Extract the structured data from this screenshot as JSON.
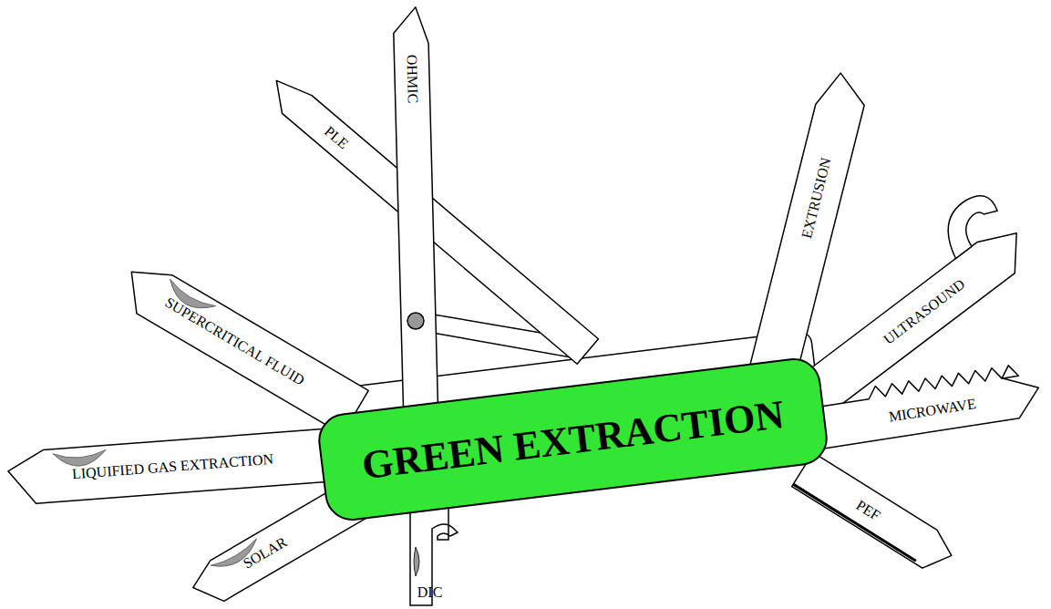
{
  "diagram": {
    "nodes": [
      {
        "text": [
          "PLE"
        ]
      },
      {
        "text": [
          "OHMIC"
        ]
      },
      {
        "text": [
          "EXTRUSION"
        ]
      },
      {
        "text": [
          "ULTRASOUND"
        ]
      },
      {
        "text": [
          "SUPERCRITICAL FLUID"
        ]
      },
      {
        "text": [
          "GREEN EXTRACTION"
        ]
      },
      {
        "text": [
          "MICROWAVE"
        ]
      },
      {
        "text": [
          "LIQUIFIED GAS EXTRACTION"
        ]
      },
      {
        "text": [
          "PEF"
        ]
      },
      {
        "text": [
          "SOLAR"
        ]
      },
      {
        "text": [
          "DIC"
        ]
      }
    ]
  }
}
